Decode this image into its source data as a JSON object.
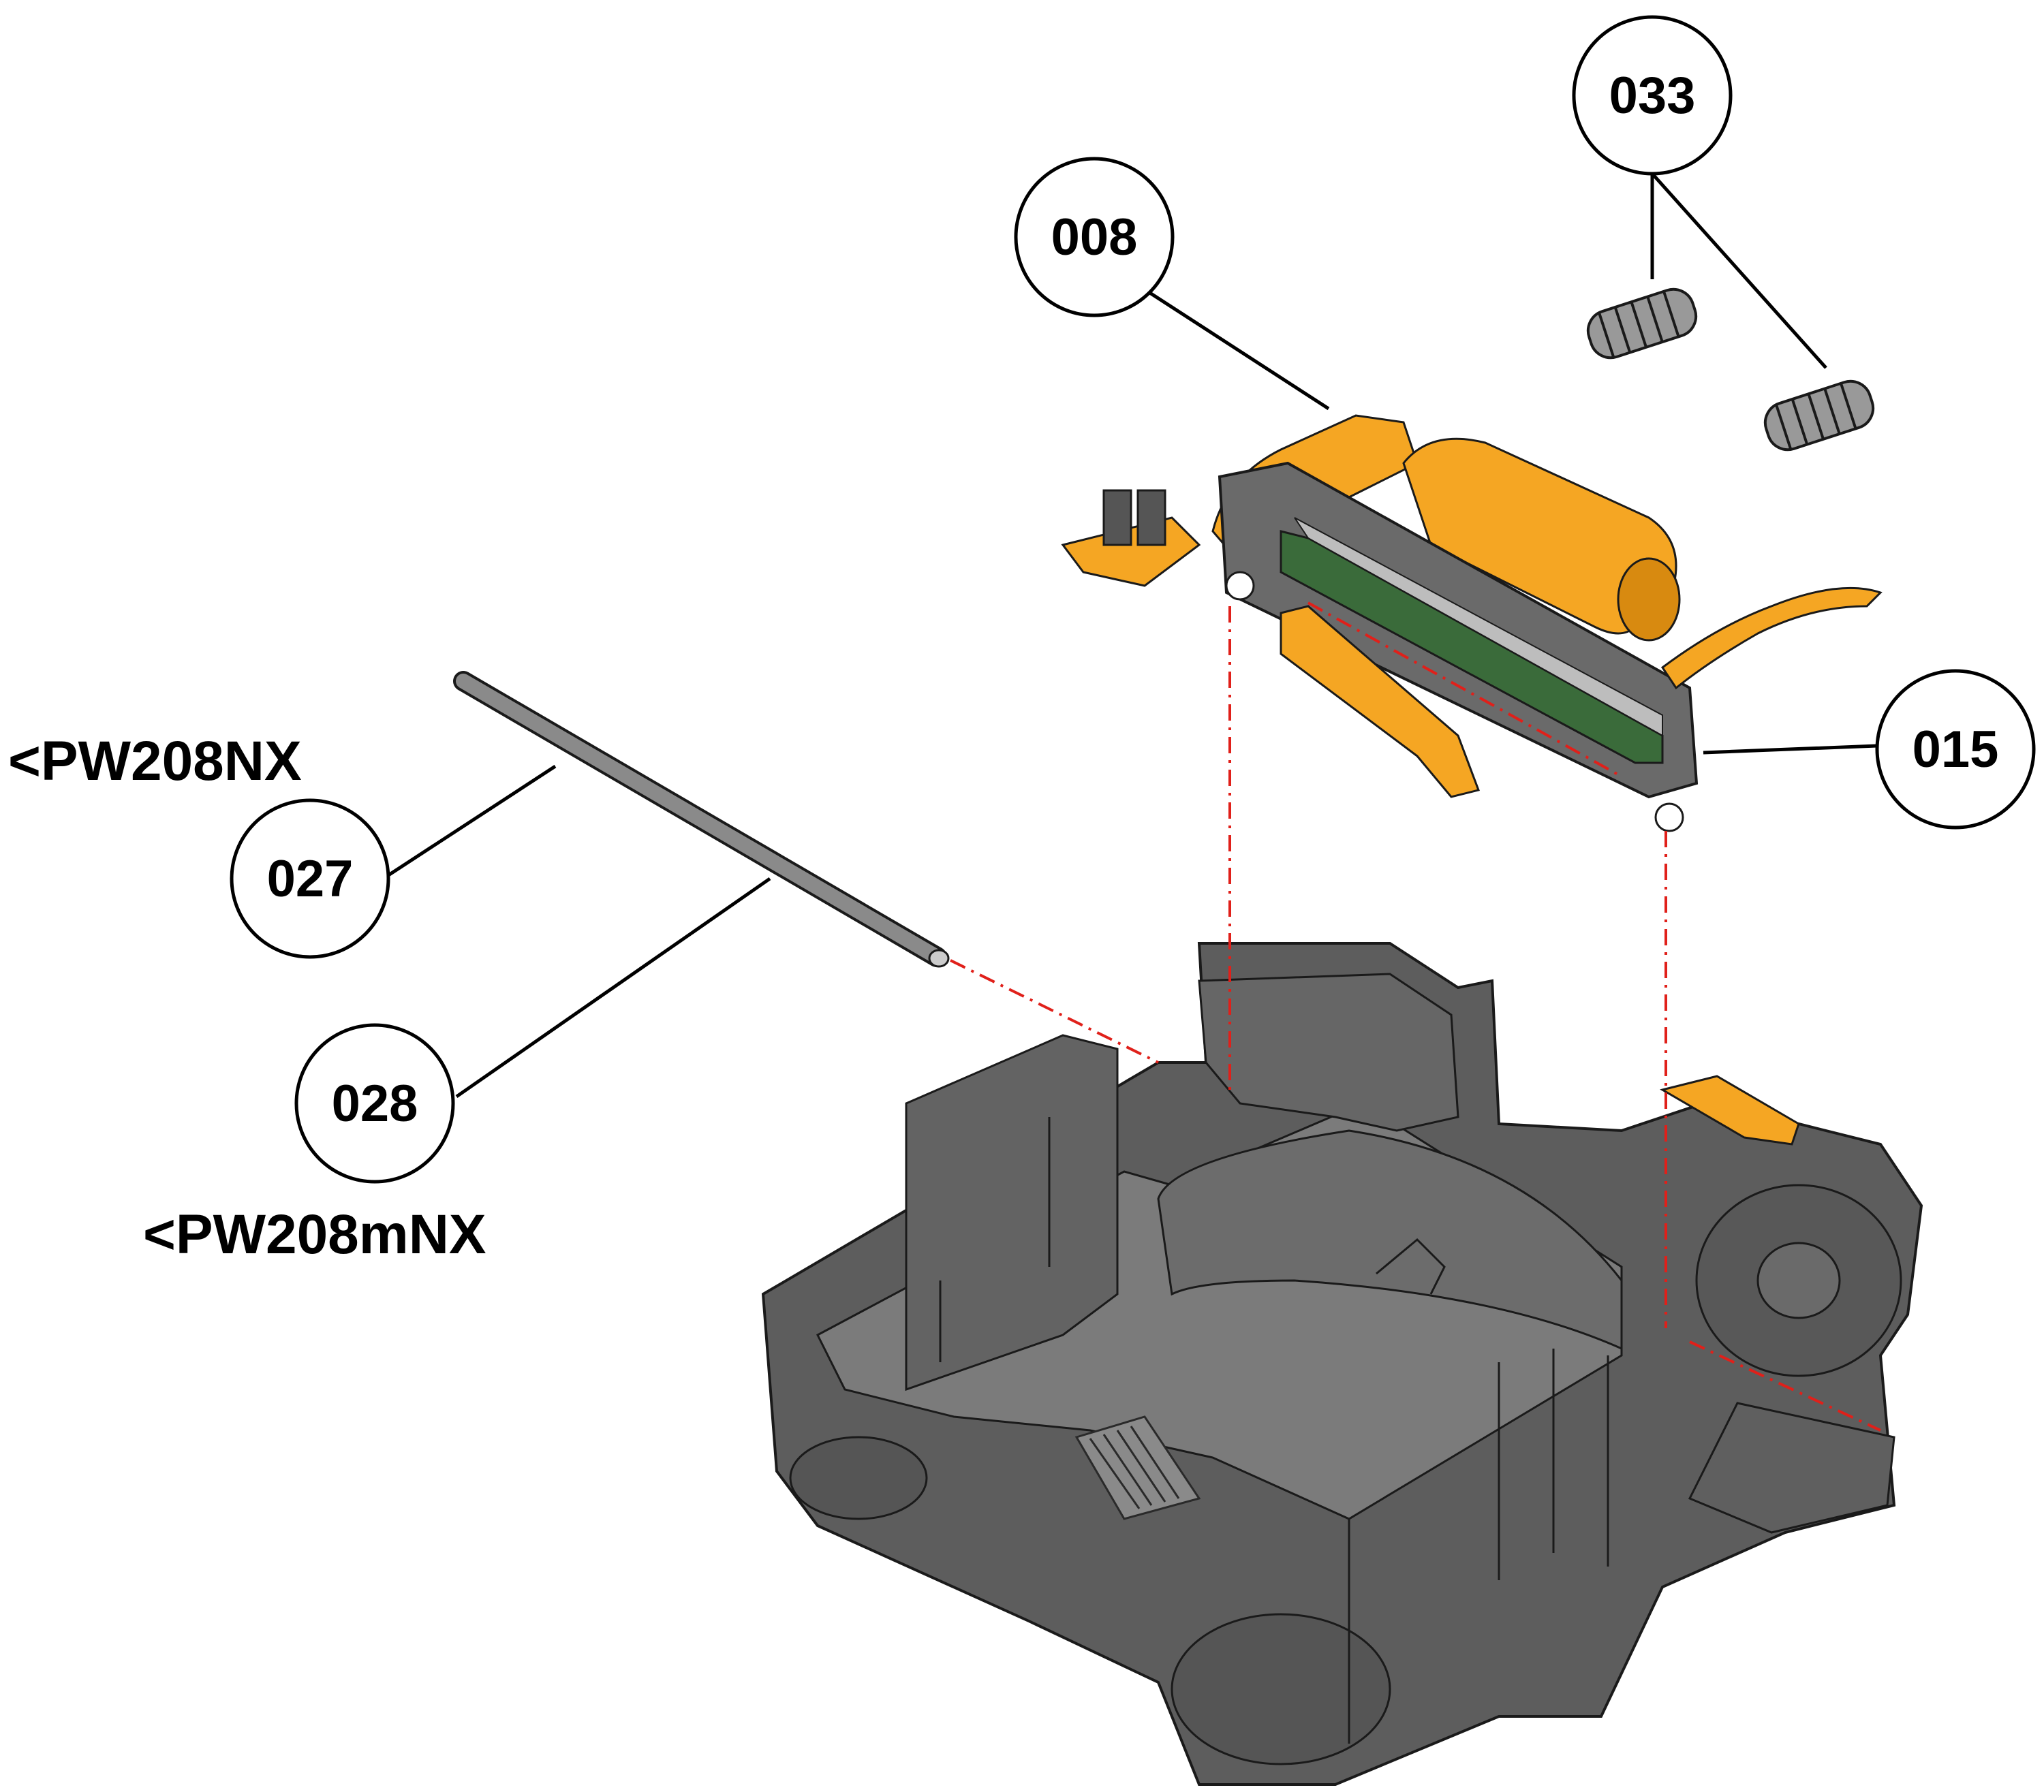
{
  "callouts": {
    "c008": "008",
    "c033": "033",
    "c015": "015",
    "c027": "027",
    "c028": "028"
  },
  "model_labels": {
    "pw208nx": "<PW208NX",
    "pw208mnx": "<PW208mNX"
  },
  "colors": {
    "body_gray": "#6e6e6e",
    "body_dark": "#4a4a4a",
    "flex_orange": "#f5a623",
    "flex_dark": "#d88a10",
    "pcb_green": "#3a6b3a",
    "guide_red": "#e0201a"
  }
}
